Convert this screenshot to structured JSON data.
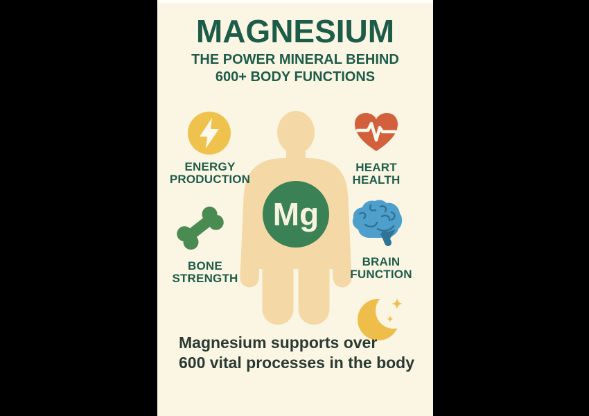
{
  "window": {
    "background": "#000000"
  },
  "poster": {
    "background": "#FBF6E3",
    "title": "MAGNESIUM",
    "subtitle_line1": "THE POWER MINERAL BEHIND",
    "subtitle_line2": "600+ BODY FUNCTIONS",
    "center_symbol": "Mg",
    "benefits": [
      {
        "id": "energy",
        "label_line1": "ENERGY",
        "label_line2": "PRODUCTION",
        "icon": "lightning-bolt-icon",
        "icon_color": "#EFC24D"
      },
      {
        "id": "heart",
        "label_line1": "HEART",
        "label_line2": "HEALTH",
        "icon": "heart-pulse-icon",
        "icon_color": "#D2603C"
      },
      {
        "id": "bone",
        "label_line1": "BONE",
        "label_line2": "STRENGTH",
        "icon": "bone-icon",
        "icon_color": "#4A8B52"
      },
      {
        "id": "brain",
        "label_line1": "BRAIN",
        "label_line2": "FUNCTION",
        "icon": "brain-icon",
        "icon_color": "#4E9FCB"
      }
    ],
    "decoration_icon": "crescent-moon-sparkles-icon",
    "decoration_color": "#EFBE4A",
    "footer_line1": "Magnesium supports over",
    "footer_line2": "600 vital processes in the body",
    "colors": {
      "heading_green": "#1E5C4A",
      "footer_text": "#2A3A33",
      "body_silhouette": "#F4D8A5",
      "mg_circle_green": "#3B8156",
      "brain_detail_blue": "#2F7396",
      "icon_glyph_white": "#FDF9EC"
    }
  }
}
